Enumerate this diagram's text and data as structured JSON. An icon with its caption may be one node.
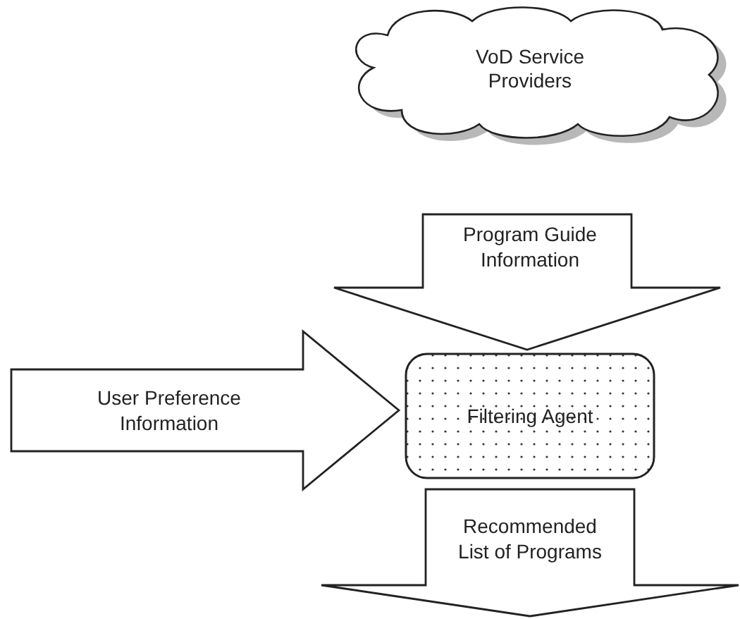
{
  "diagram": {
    "nodes": [
      {
        "text": [
          "VoD Service Providers"
        ]
      },
      {
        "text": [
          "Filtering Agent"
        ]
      }
    ],
    "edges": [
      {
        "from": 0,
        "to": 1,
        "arrow": "to",
        "label": "Program Guide Information"
      },
      {
        "from": null,
        "to": 1,
        "arrow": "to",
        "label": "User Preference Information"
      },
      {
        "from": 1,
        "to": null,
        "arrow": "to",
        "label": "Recommended List of Programs"
      }
    ]
  }
}
